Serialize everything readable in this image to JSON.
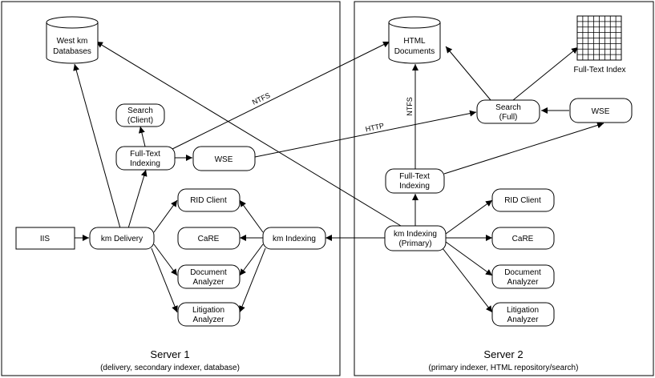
{
  "servers": [
    {
      "id": "server1",
      "title": "Server 1",
      "subtitle": "(delivery, secondary indexer, database)"
    },
    {
      "id": "server2",
      "title": "Server 2",
      "subtitle": "(primary indexer, HTML repository/search)"
    }
  ],
  "nodes": {
    "west_km_db": [
      "West km",
      "Databases"
    ],
    "html_docs": [
      "HTML",
      "Documents"
    ],
    "full_text_index_label": "Full-Text Index",
    "search_client": [
      "Search",
      "(Client)"
    ],
    "search_full": [
      "Search",
      "(Full)"
    ],
    "wse_server2": [
      "WSE"
    ],
    "full_text_indexing_1": [
      "Full-Text",
      "Indexing"
    ],
    "wse_server1": [
      "WSE"
    ],
    "full_text_indexing_2": [
      "Full-Text",
      "Indexing"
    ],
    "iis": [
      "IIS"
    ],
    "km_delivery": [
      "km Delivery"
    ],
    "rid_client_1": [
      "RID Client"
    ],
    "care_1": [
      "CaRE"
    ],
    "document_analyzer_1": [
      "Document",
      "Analyzer"
    ],
    "litigation_analyzer_1": [
      "Litigation",
      "Analyzer"
    ],
    "km_indexing": [
      "km Indexing"
    ],
    "km_indexing_primary": [
      "km Indexing",
      "(Primary)"
    ],
    "rid_client_2": [
      "RID Client"
    ],
    "care_2": [
      "CaRE"
    ],
    "document_analyzer_2": [
      "Document",
      "Analyzer"
    ],
    "litigation_analyzer_2": [
      "Litigation",
      "Analyzer"
    ]
  },
  "edge_labels": {
    "ntfs_diag": "NTFS",
    "http": "HTTP",
    "ntfs_vert": "NTFS"
  }
}
